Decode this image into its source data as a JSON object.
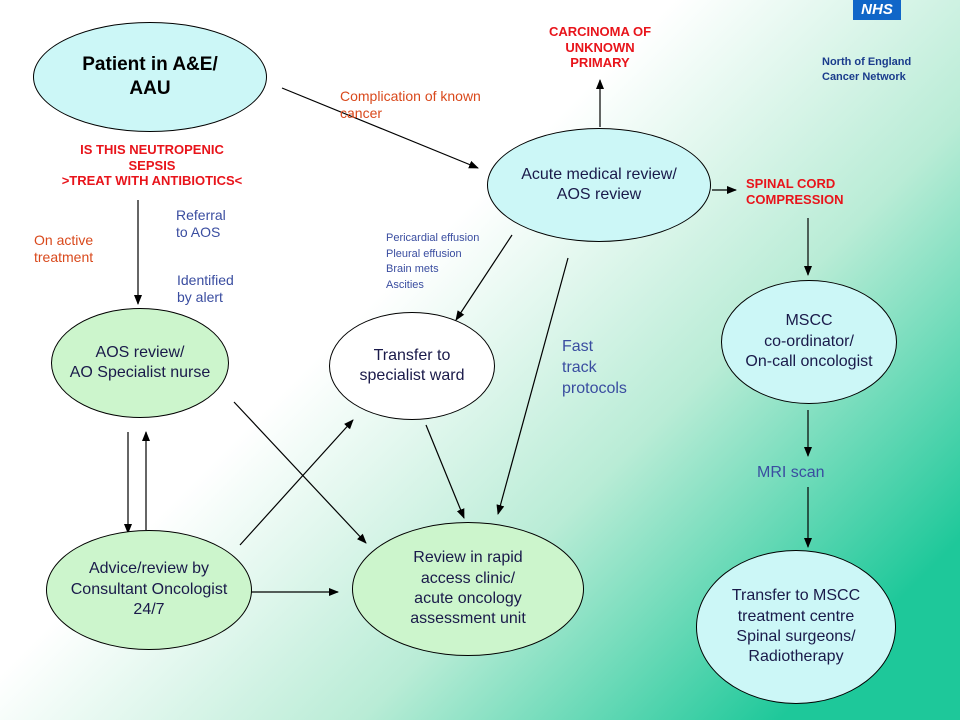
{
  "nodes": {
    "patient": "Patient in A&E/\nAAU",
    "acute_review": "Acute medical review/\nAOS review",
    "aos_review": "AOS review/\nAO Specialist nurse",
    "transfer_specialist": "Transfer to\nspecialist ward",
    "advice_consultant": "Advice/review by\nConsultant Oncologist\n24/7",
    "rapid_access": "Review in rapid\naccess clinic/\nacute oncology\nassessment unit",
    "mscc_coordinator": "MSCC\nco-ordinator/\nOn-call oncologist",
    "mscc_transfer": "Transfer to MSCC\ntreatment centre\nSpinal surgeons/\nRadiotherapy"
  },
  "labels": {
    "carcinoma": "CARCINOMA OF\nUNKNOWN\nPRIMARY",
    "neutropenic": "IS THIS NEUTROPENIC\nSEPSIS\n>TREAT WITH ANTIBIOTICS<",
    "complication": "Complication of known\n    cancer",
    "spinal_cord": "SPINAL CORD\nCOMPRESSION",
    "referral": "Referral\nto AOS",
    "on_active": "On active\ntreatment",
    "identified": "Identified\nby alert",
    "effusions": "Pericardial effusion\nPleural effusion\nBrain mets\nAscities",
    "fast_track": "  Fast\ntrack\n    protocols",
    "mri": "MRI scan"
  },
  "logo": {
    "badge": "NHS",
    "line1": "North of England",
    "line2": "Cancer Network"
  },
  "colors": {
    "green_node": "#ccf5cc",
    "cyan_node": "#ccf7f7",
    "red_text": "#e8141b",
    "orange_text": "#d9491c",
    "blue_text": "#3a4da0",
    "nhs_blue": "#1066c8"
  }
}
